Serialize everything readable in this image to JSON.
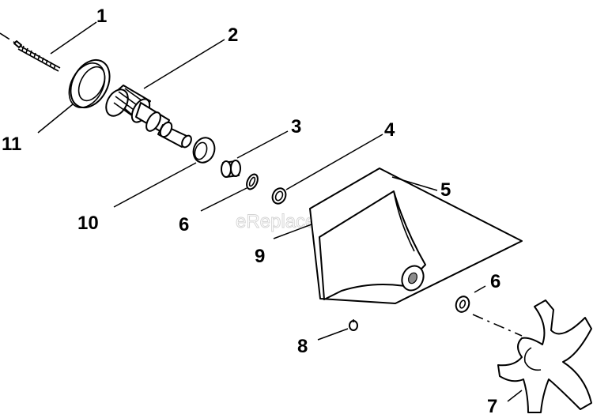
{
  "watermark": "eReplacementParts.com",
  "callouts": {
    "c1": "1",
    "c2": "2",
    "c3": "3",
    "c4": "4",
    "c5": "5",
    "c6a": "6",
    "c6b": "6",
    "c7": "7",
    "c8": "8",
    "c9": "9",
    "c10": "10",
    "c11": "11"
  },
  "colors": {
    "line": "#000000",
    "background": "#ffffff",
    "watermark": "#d3d3d3"
  }
}
